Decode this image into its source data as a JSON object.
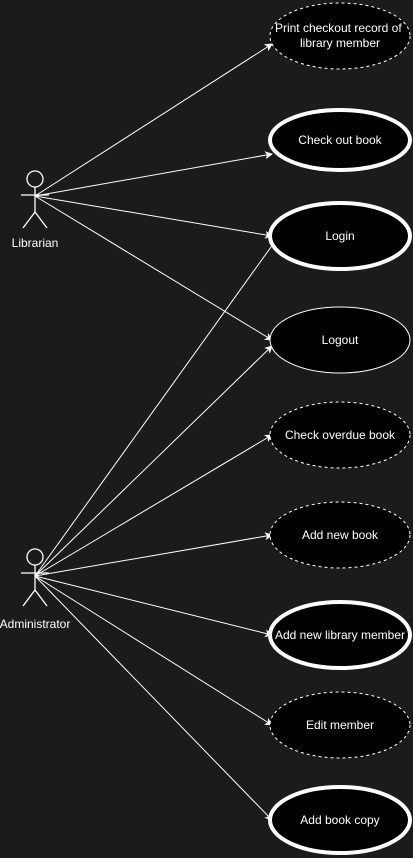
{
  "diagram": {
    "colors": {
      "background": "#1b1b1b",
      "stroke": "#ffffff",
      "ellipse_fill": "#000000",
      "text": "#ffffff"
    },
    "actors": {
      "librarian": {
        "label": "Librarian"
      },
      "administrator": {
        "label": "Administrator"
      }
    },
    "use_cases": {
      "print_checkout": {
        "lines": [
          "Print checkout record of",
          "library member"
        ],
        "style": "dashed"
      },
      "check_out_book": {
        "lines": [
          "Check out book"
        ],
        "style": "bold"
      },
      "login": {
        "lines": [
          "Login"
        ],
        "style": "bold"
      },
      "logout": {
        "lines": [
          "Logout"
        ],
        "style": "solid"
      },
      "check_overdue": {
        "lines": [
          "Check overdue book"
        ],
        "style": "dashed"
      },
      "add_new_book": {
        "lines": [
          "Add new book"
        ],
        "style": "dashed"
      },
      "add_library_member": {
        "lines": [
          "Add new library member"
        ],
        "style": "bold"
      },
      "edit_member": {
        "lines": [
          "Edit member"
        ],
        "style": "dashed"
      },
      "add_book_copy": {
        "lines": [
          "Add book copy"
        ],
        "style": "bold"
      }
    },
    "associations": [
      {
        "from": "librarian",
        "to": "print_checkout"
      },
      {
        "from": "librarian",
        "to": "check_out_book"
      },
      {
        "from": "librarian",
        "to": "login"
      },
      {
        "from": "librarian",
        "to": "logout"
      },
      {
        "from": "administrator",
        "to": "login"
      },
      {
        "from": "administrator",
        "to": "logout"
      },
      {
        "from": "administrator",
        "to": "check_overdue"
      },
      {
        "from": "administrator",
        "to": "add_new_book"
      },
      {
        "from": "administrator",
        "to": "add_library_member"
      },
      {
        "from": "administrator",
        "to": "edit_member"
      },
      {
        "from": "administrator",
        "to": "add_book_copy"
      }
    ]
  }
}
